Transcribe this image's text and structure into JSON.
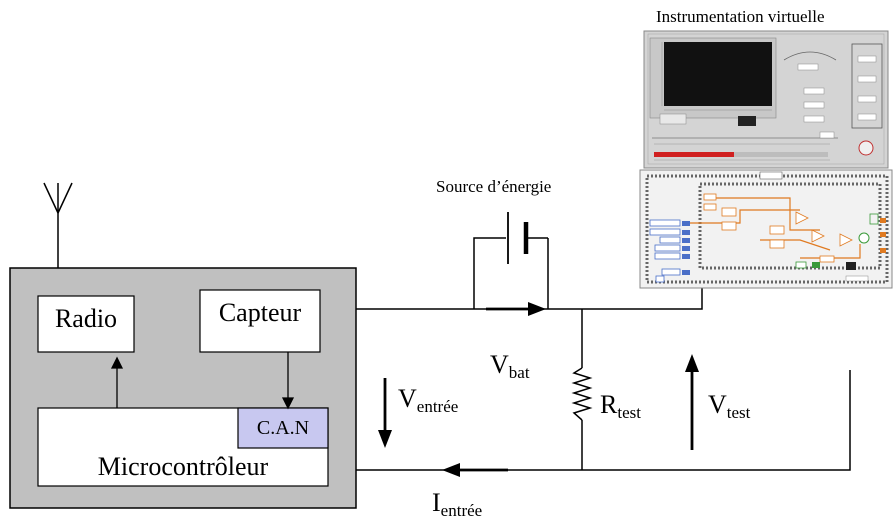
{
  "instrumentation": {
    "title": "Instrumentation virtuelle"
  },
  "source": {
    "label": "Source d’énergie"
  },
  "device": {
    "radio": "Radio",
    "capteur": "Capteur",
    "can": "C.A.N",
    "micro": "Microcontrôleur"
  },
  "measurements": {
    "vbat_main": "V",
    "vbat_sub": "bat",
    "ventree_main": "V",
    "ventree_sub": "entrée",
    "rtest_main": "R",
    "rtest_sub": "test",
    "vtest_main": "V",
    "vtest_sub": "test",
    "ientree_main": "I",
    "ientree_sub": "entrée"
  },
  "colors": {
    "device_bg": "#c0c0c0",
    "can_bg": "#c8c8f0",
    "panel_bg": "#d4d4d4",
    "diagram_bg": "#f2f2f2",
    "chart_screen": "#111111",
    "accent_orange": "#e07a20",
    "accent_blue": "#4a6fc8",
    "accent_green": "#3a9a3a",
    "accent_red": "#d02020"
  }
}
